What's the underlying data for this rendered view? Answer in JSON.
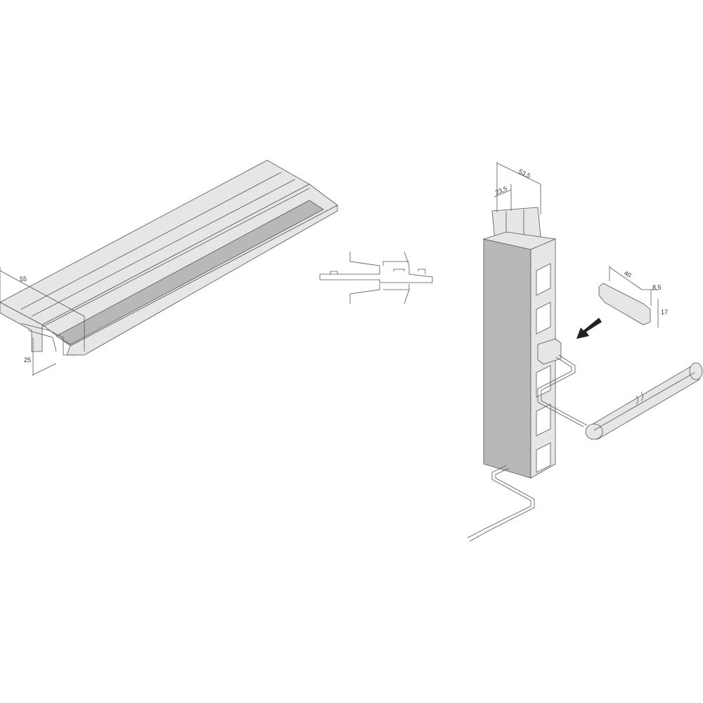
{
  "profile": {
    "width_label": "55",
    "height_label": "25"
  },
  "column": {
    "width_label": "53,5",
    "inner_label": "23,5"
  },
  "end_cap": {
    "length_label": "40",
    "depth_label": "8,5",
    "height_label": "17"
  },
  "colors": {
    "line": "#555555",
    "surface": "#e6e6e6",
    "shade": "#b8b8b8"
  }
}
